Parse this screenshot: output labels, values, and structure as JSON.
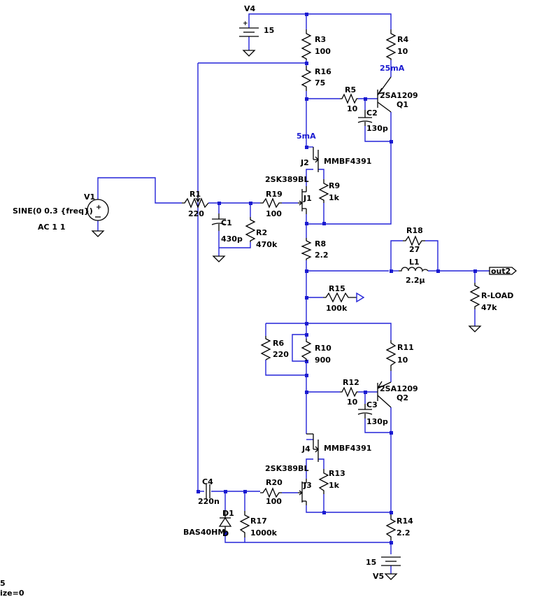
{
  "labels": {
    "V4": "V4",
    "v4_val": "15",
    "R3": "R3",
    "r3_val": "100",
    "R4": "R4",
    "r4_val": "10",
    "R16": "R16",
    "r16_val": "75",
    "i_q1": "25mA",
    "R5": "R5",
    "r5_val": "10",
    "Q1_type": "2SA1209",
    "Q1": "Q1",
    "C2": "C2",
    "c2_val": "130p",
    "i_j2": "5mA",
    "J2": "J2",
    "j2_type": "MMBF4391",
    "j1_type": "2SK389BL",
    "J1": "J1",
    "R9": "R9",
    "r9_val": "1k",
    "V1": "V1",
    "v1_src": "SINE(0 0.3 {freq})",
    "v1_ac": "AC 1 1",
    "R1": "R1",
    "r1_val": "220",
    "R19": "R19",
    "r19_val": "100",
    "C1": "C1",
    "c1_val": "430p",
    "R2": "R2",
    "r2_val": "470k",
    "R8": "R8",
    "r8_val": "2.2",
    "R18": "R18",
    "r18_val": "27",
    "L1": "L1",
    "l1_val": "2.2µ",
    "out_label": "out2",
    "R15": "R15",
    "r15_val": "100k",
    "rload": "R-LOAD",
    "rload_val": "47k",
    "R6": "R6",
    "r6_val": "220",
    "R10": "R10",
    "r10_val": "900",
    "R11": "R11",
    "r11_val": "10",
    "R12": "R12",
    "r12_val": "10",
    "Q2_type": "2SA1209",
    "Q2": "Q2",
    "C3": "C3",
    "c3_val": "130p",
    "J4": "J4",
    "j4_type": "MMBF4391",
    "j3_type": "2SK389BL",
    "J3": "J3",
    "R13": "R13",
    "r13_val": "1k",
    "C4": "C4",
    "c4_val": "220n",
    "R20": "R20",
    "r20_val": "100",
    "D1": "D1",
    "d1_pin": "D",
    "d1_type": "BAS40HM",
    "R17": "R17",
    "r17_val": "1000k",
    "R14": "R14",
    "r14_val": "2.2",
    "v5_val": "15",
    "V5": "V5",
    "dir_frag1": "5",
    "dir_frag2": "ize=0"
  }
}
